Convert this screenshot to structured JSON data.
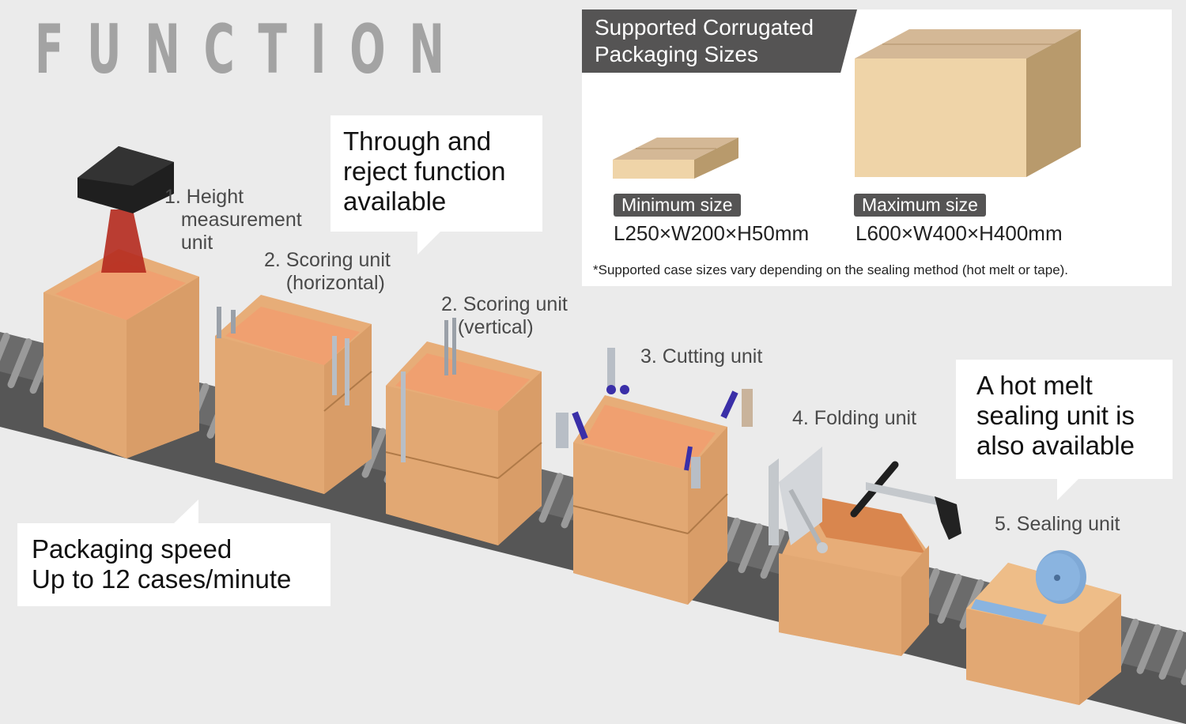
{
  "header": {
    "title": "FUNCTION"
  },
  "units": [
    {
      "label": "1. Height\n   measurement\n   unit"
    },
    {
      "label": "2. Scoring unit\n    (horizontal)"
    },
    {
      "label": "2. Scoring unit\n   (vertical)"
    },
    {
      "label": "3. Cutting unit"
    },
    {
      "label": "4. Folding unit"
    },
    {
      "label": "5. Sealing unit"
    }
  ],
  "callouts": {
    "reject": [
      "Through and",
      "reject function",
      "available"
    ],
    "speed": [
      "Packaging speed",
      "Up to 12 cases/minute"
    ],
    "hotmelt": [
      "A hot melt",
      "sealing unit is",
      "also available"
    ]
  },
  "sizes_panel": {
    "heading": [
      "Supported Corrugated",
      "Packaging Sizes"
    ],
    "min": {
      "badge": "Minimum size",
      "dims": "L250×W200×H50mm"
    },
    "max": {
      "badge": "Maximum size",
      "dims": "L600×W400×H400mm"
    },
    "note": "*Supported case sizes vary depending on the sealing method (hot melt or tape)."
  },
  "colors": {
    "background": "#ebebeb",
    "title": "#a3a3a3",
    "panel_header": "#555454",
    "cardboard": "#e8b27c",
    "cardboard_inner": "#f0a172",
    "conveyor": "#5e5e5e",
    "laser": "#c0392b",
    "tape": "#8ab4e0",
    "clamp": "#3a2fa8"
  }
}
